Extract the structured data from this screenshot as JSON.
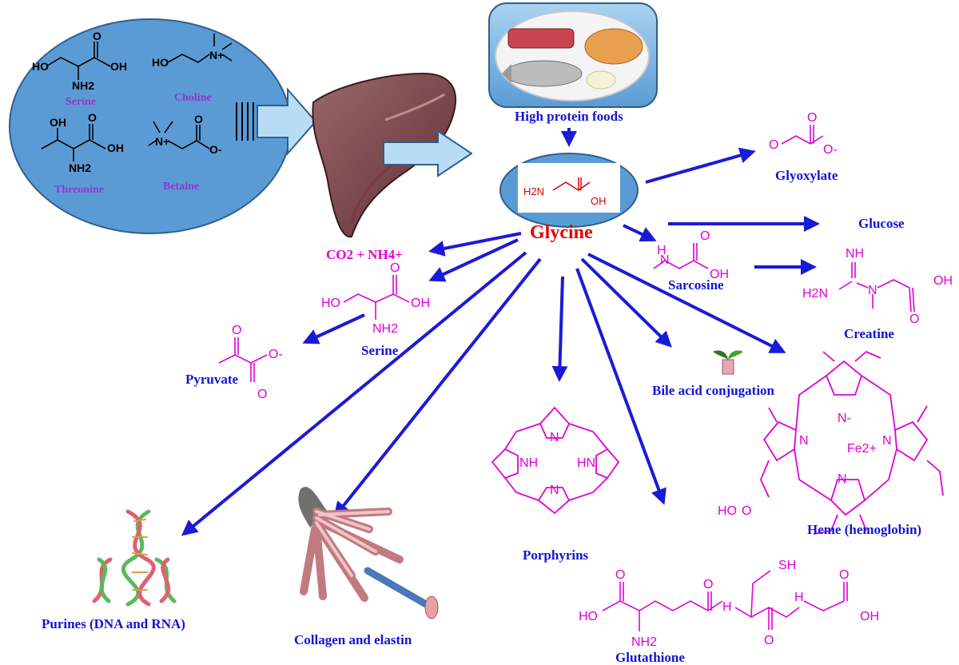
{
  "center": {
    "label": "Glycine",
    "formula_h2n": "H2N",
    "formula_oh": "OH"
  },
  "precursors": {
    "serine": "Serine",
    "choline": "Choline",
    "threonine": "Threonine",
    "betaine": "Betaine"
  },
  "sources": {
    "food_label": "High protein foods"
  },
  "products": {
    "glyoxylate": "Glyoxylate",
    "glucose": "Glucose",
    "sarcosine": "Sarcosine",
    "creatine": "Creatine",
    "co2_nh4": "CO2 + NH4+",
    "serine": "Serine",
    "pyruvate": "Pyruvate",
    "bile_acid": "Bile acid conjugation",
    "heme": "Heme (hemoglobin)",
    "porphyrins": "Porphyrins",
    "glutathione": "Glutathione",
    "collagen": "Collagen and elastin",
    "purines": "Purines (DNA and RNA)"
  },
  "atoms": {
    "ho": "HO",
    "oh": "OH",
    "o": "O",
    "o_minus": "O-",
    "nh2": "NH2",
    "nh": "NH",
    "hn": "HN",
    "n": "N",
    "n_minus": "N-",
    "n_plus": "N+",
    "h": "H",
    "h2n": "H2N",
    "sh": "SH",
    "fe": "Fe2+"
  },
  "colors": {
    "arrow": "#1a1ad8",
    "chem": "#e000d8",
    "label": "#1414d2",
    "precursor": "#8a3ac8",
    "bubble": "#5b9bd5"
  }
}
